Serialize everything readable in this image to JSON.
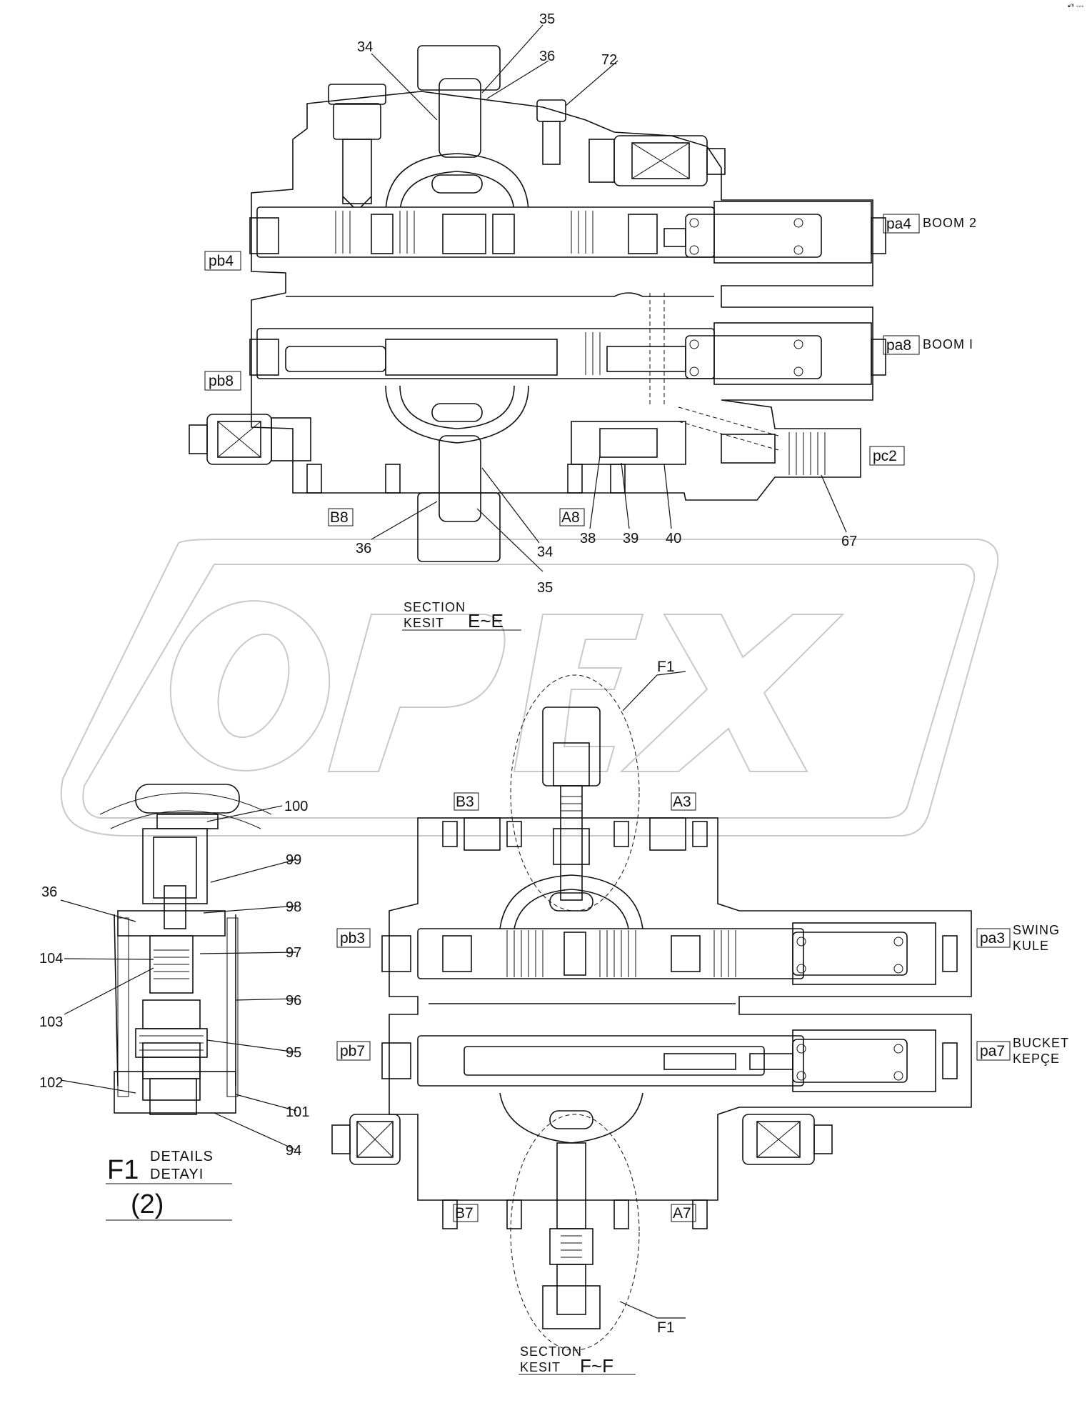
{
  "labels": {
    "n34a": "34",
    "n35a": "35",
    "n36a": "36",
    "n72": "72",
    "n36b": "36",
    "n34b": "34",
    "n35b": "35",
    "n38": "38",
    "n39": "39",
    "n40": "40",
    "n67": "67",
    "n100": "100",
    "n99": "99",
    "n98": "98",
    "n97": "97",
    "n96": "96",
    "n95": "95",
    "n94": "94",
    "n101": "101",
    "n102": "102",
    "n103": "103",
    "n104": "104",
    "n36c": "36"
  },
  "ports": {
    "pb4": "pb4",
    "pa4": "pa4",
    "pb8": "pb8",
    "pa8": "pa8",
    "pc2": "pc2",
    "B8": "B8",
    "A8": "A8",
    "B3": "B3",
    "A3": "A3",
    "pb3": "pb3",
    "pa3": "pa3",
    "pb7": "pb7",
    "pa7": "pa7",
    "B7": "B7",
    "A7": "A7"
  },
  "functions": {
    "boom2": "BOOM 2",
    "boom1": "BOOM I",
    "swing": "SWING",
    "kule": "KULE",
    "bucket": "BUCKET",
    "kepce": "KEPÇE"
  },
  "sections": {
    "ee_section": "SECTION",
    "ee_kesit": "KESIT",
    "ee_id": "E~E",
    "ff_section": "SECTION",
    "ff_kesit": "KESIT",
    "ff_id": "F~F"
  },
  "detail": {
    "id": "F1",
    "details": "DETAILS",
    "detayi": "DETAYI",
    "scale": "(2)",
    "callout_top": "F1",
    "callout_bottom": "F1"
  },
  "watermark": "OPEX"
}
